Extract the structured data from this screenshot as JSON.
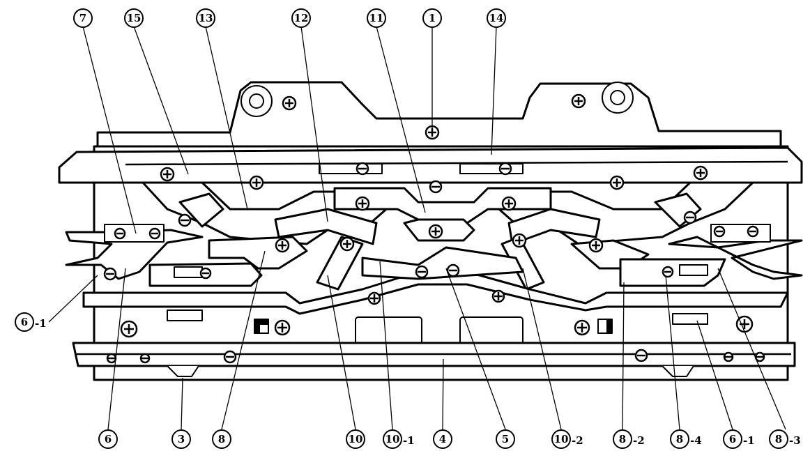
{
  "callouts": {
    "top": [
      {
        "number": "7",
        "suffix": ""
      },
      {
        "number": "15",
        "suffix": ""
      },
      {
        "number": "13",
        "suffix": ""
      },
      {
        "number": "12",
        "suffix": ""
      },
      {
        "number": "11",
        "suffix": ""
      },
      {
        "number": "1",
        "suffix": ""
      },
      {
        "number": "14",
        "suffix": ""
      }
    ],
    "left": [
      {
        "number": "6",
        "suffix": "-1"
      }
    ],
    "bottom": [
      {
        "number": "6",
        "suffix": ""
      },
      {
        "number": "3",
        "suffix": ""
      },
      {
        "number": "8",
        "suffix": ""
      },
      {
        "number": "10",
        "suffix": ""
      },
      {
        "number": "10",
        "suffix": "-1"
      },
      {
        "number": "4",
        "suffix": ""
      },
      {
        "number": "5",
        "suffix": ""
      },
      {
        "number": "10",
        "suffix": "-2"
      },
      {
        "number": "8",
        "suffix": "-2"
      },
      {
        "number": "8",
        "suffix": "-4"
      },
      {
        "number": "6",
        "suffix": "-1"
      },
      {
        "number": "8",
        "suffix": "-3"
      }
    ]
  }
}
